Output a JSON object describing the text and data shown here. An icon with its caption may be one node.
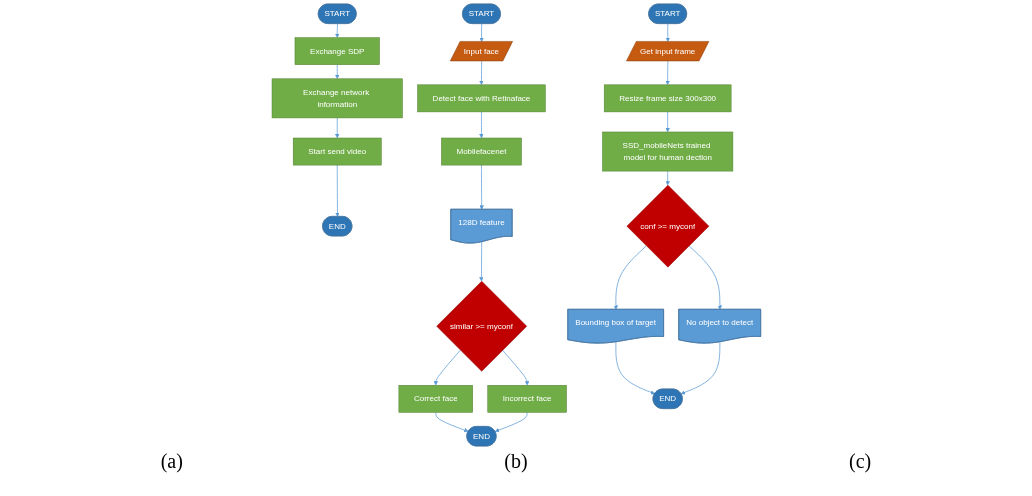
{
  "diagram": {
    "nodes": [
      {
        "text": [
          "START"
        ]
      },
      {
        "text": [
          "Exchange SDP"
        ]
      },
      {
        "text": [
          "Exchange network information"
        ]
      },
      {
        "text": [
          "Start send video"
        ]
      },
      {
        "text": [
          "END"
        ]
      },
      {
        "text": [
          "START"
        ]
      },
      {
        "text": [
          "Input face"
        ]
      },
      {
        "text": [
          "Detect face with Retinaface"
        ]
      },
      {
        "text": [
          "Mobilefacenet"
        ]
      },
      {
        "text": [
          "128D feature"
        ]
      },
      {
        "text": [
          "similar >= myconf"
        ]
      },
      {
        "text": [
          "Correct face"
        ]
      },
      {
        "text": [
          "Incorrect face"
        ]
      },
      {
        "text": [
          "END"
        ]
      },
      {
        "text": [
          "START"
        ]
      },
      {
        "text": [
          "Get input frame"
        ]
      },
      {
        "text": [
          "Resize frame size 300x300"
        ]
      },
      {
        "text": [
          "SSD_mobileNets trained model for human dection"
        ]
      },
      {
        "text": [
          "conf >= myconf"
        ]
      },
      {
        "text": [
          "Bounding box of target"
        ]
      },
      {
        "text": [
          "No object to detect"
        ]
      },
      {
        "text": [
          "END"
        ]
      }
    ],
    "edges": [
      {
        "from": 0,
        "to": 1,
        "arrow": "to"
      },
      {
        "from": 1,
        "to": 2,
        "arrow": "to"
      },
      {
        "from": 2,
        "to": 3,
        "arrow": "to"
      },
      {
        "from": 3,
        "to": 4,
        "arrow": "to"
      },
      {
        "from": 5,
        "to": 6,
        "arrow": "to"
      },
      {
        "from": 6,
        "to": 7,
        "arrow": "to"
      },
      {
        "from": 7,
        "to": 8,
        "arrow": "to"
      },
      {
        "from": 8,
        "to": 9,
        "arrow": "to"
      },
      {
        "from": 9,
        "to": 10,
        "arrow": "to"
      },
      {
        "from": 10,
        "to": 11,
        "arrow": "to"
      },
      {
        "from": 10,
        "to": 12,
        "arrow": "to"
      },
      {
        "from": 11,
        "to": 13,
        "arrow": "to"
      },
      {
        "from": 12,
        "to": 13,
        "arrow": "to"
      },
      {
        "from": 14,
        "to": 15,
        "arrow": "to"
      },
      {
        "from": 15,
        "to": 16,
        "arrow": "to"
      },
      {
        "from": 16,
        "to": 17,
        "arrow": "to"
      },
      {
        "from": 17,
        "to": 18,
        "arrow": "to"
      },
      {
        "from": 18,
        "to": 19,
        "arrow": "to"
      },
      {
        "from": 18,
        "to": 20,
        "arrow": "to"
      },
      {
        "from": 19,
        "to": 21,
        "arrow": "to"
      },
      {
        "from": 20,
        "to": 21,
        "arrow": "to"
      }
    ],
    "labels": [
      "(a)",
      "(b)",
      "(c)"
    ]
  }
}
